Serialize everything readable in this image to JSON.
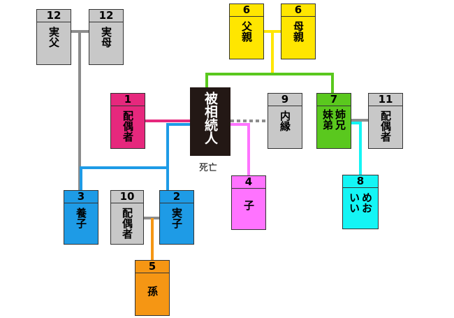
{
  "colors": {
    "gray": "#c8c8c8",
    "line_gray": "#8c8c8c",
    "yellow": "#ffe600",
    "magenta": "#e6287d",
    "green": "#5ac81e",
    "blue": "#1e9be6",
    "pink": "#ff73ff",
    "cyan": "#14f5f5",
    "orange": "#f59614",
    "black": "#231815"
  },
  "decedent": {
    "label": "被相続人",
    "caption": "死亡"
  },
  "boxes": {
    "real_father": {
      "rank": "12",
      "label": "実父"
    },
    "real_mother": {
      "rank": "12",
      "label": "実母"
    },
    "father": {
      "rank": "6",
      "label": "父親"
    },
    "mother": {
      "rank": "6",
      "label": "母親"
    },
    "spouse": {
      "rank": "1",
      "label": "配偶者"
    },
    "common_law": {
      "rank": "9",
      "label": "内縁"
    },
    "siblings": {
      "rank": "7",
      "label": "姉兄\n妹弟"
    },
    "sibling_spouse": {
      "rank": "11",
      "label": "配偶者"
    },
    "adopted_child": {
      "rank": "3",
      "label": "養子"
    },
    "child_spouse": {
      "rank": "10",
      "label": "配偶者"
    },
    "biological_child": {
      "rank": "2",
      "label": "実子"
    },
    "child": {
      "rank": "4",
      "label": "子"
    },
    "nephew_niece": {
      "rank": "8",
      "label": "めお\nいい"
    },
    "grandchild": {
      "rank": "5",
      "label": "孫"
    }
  }
}
